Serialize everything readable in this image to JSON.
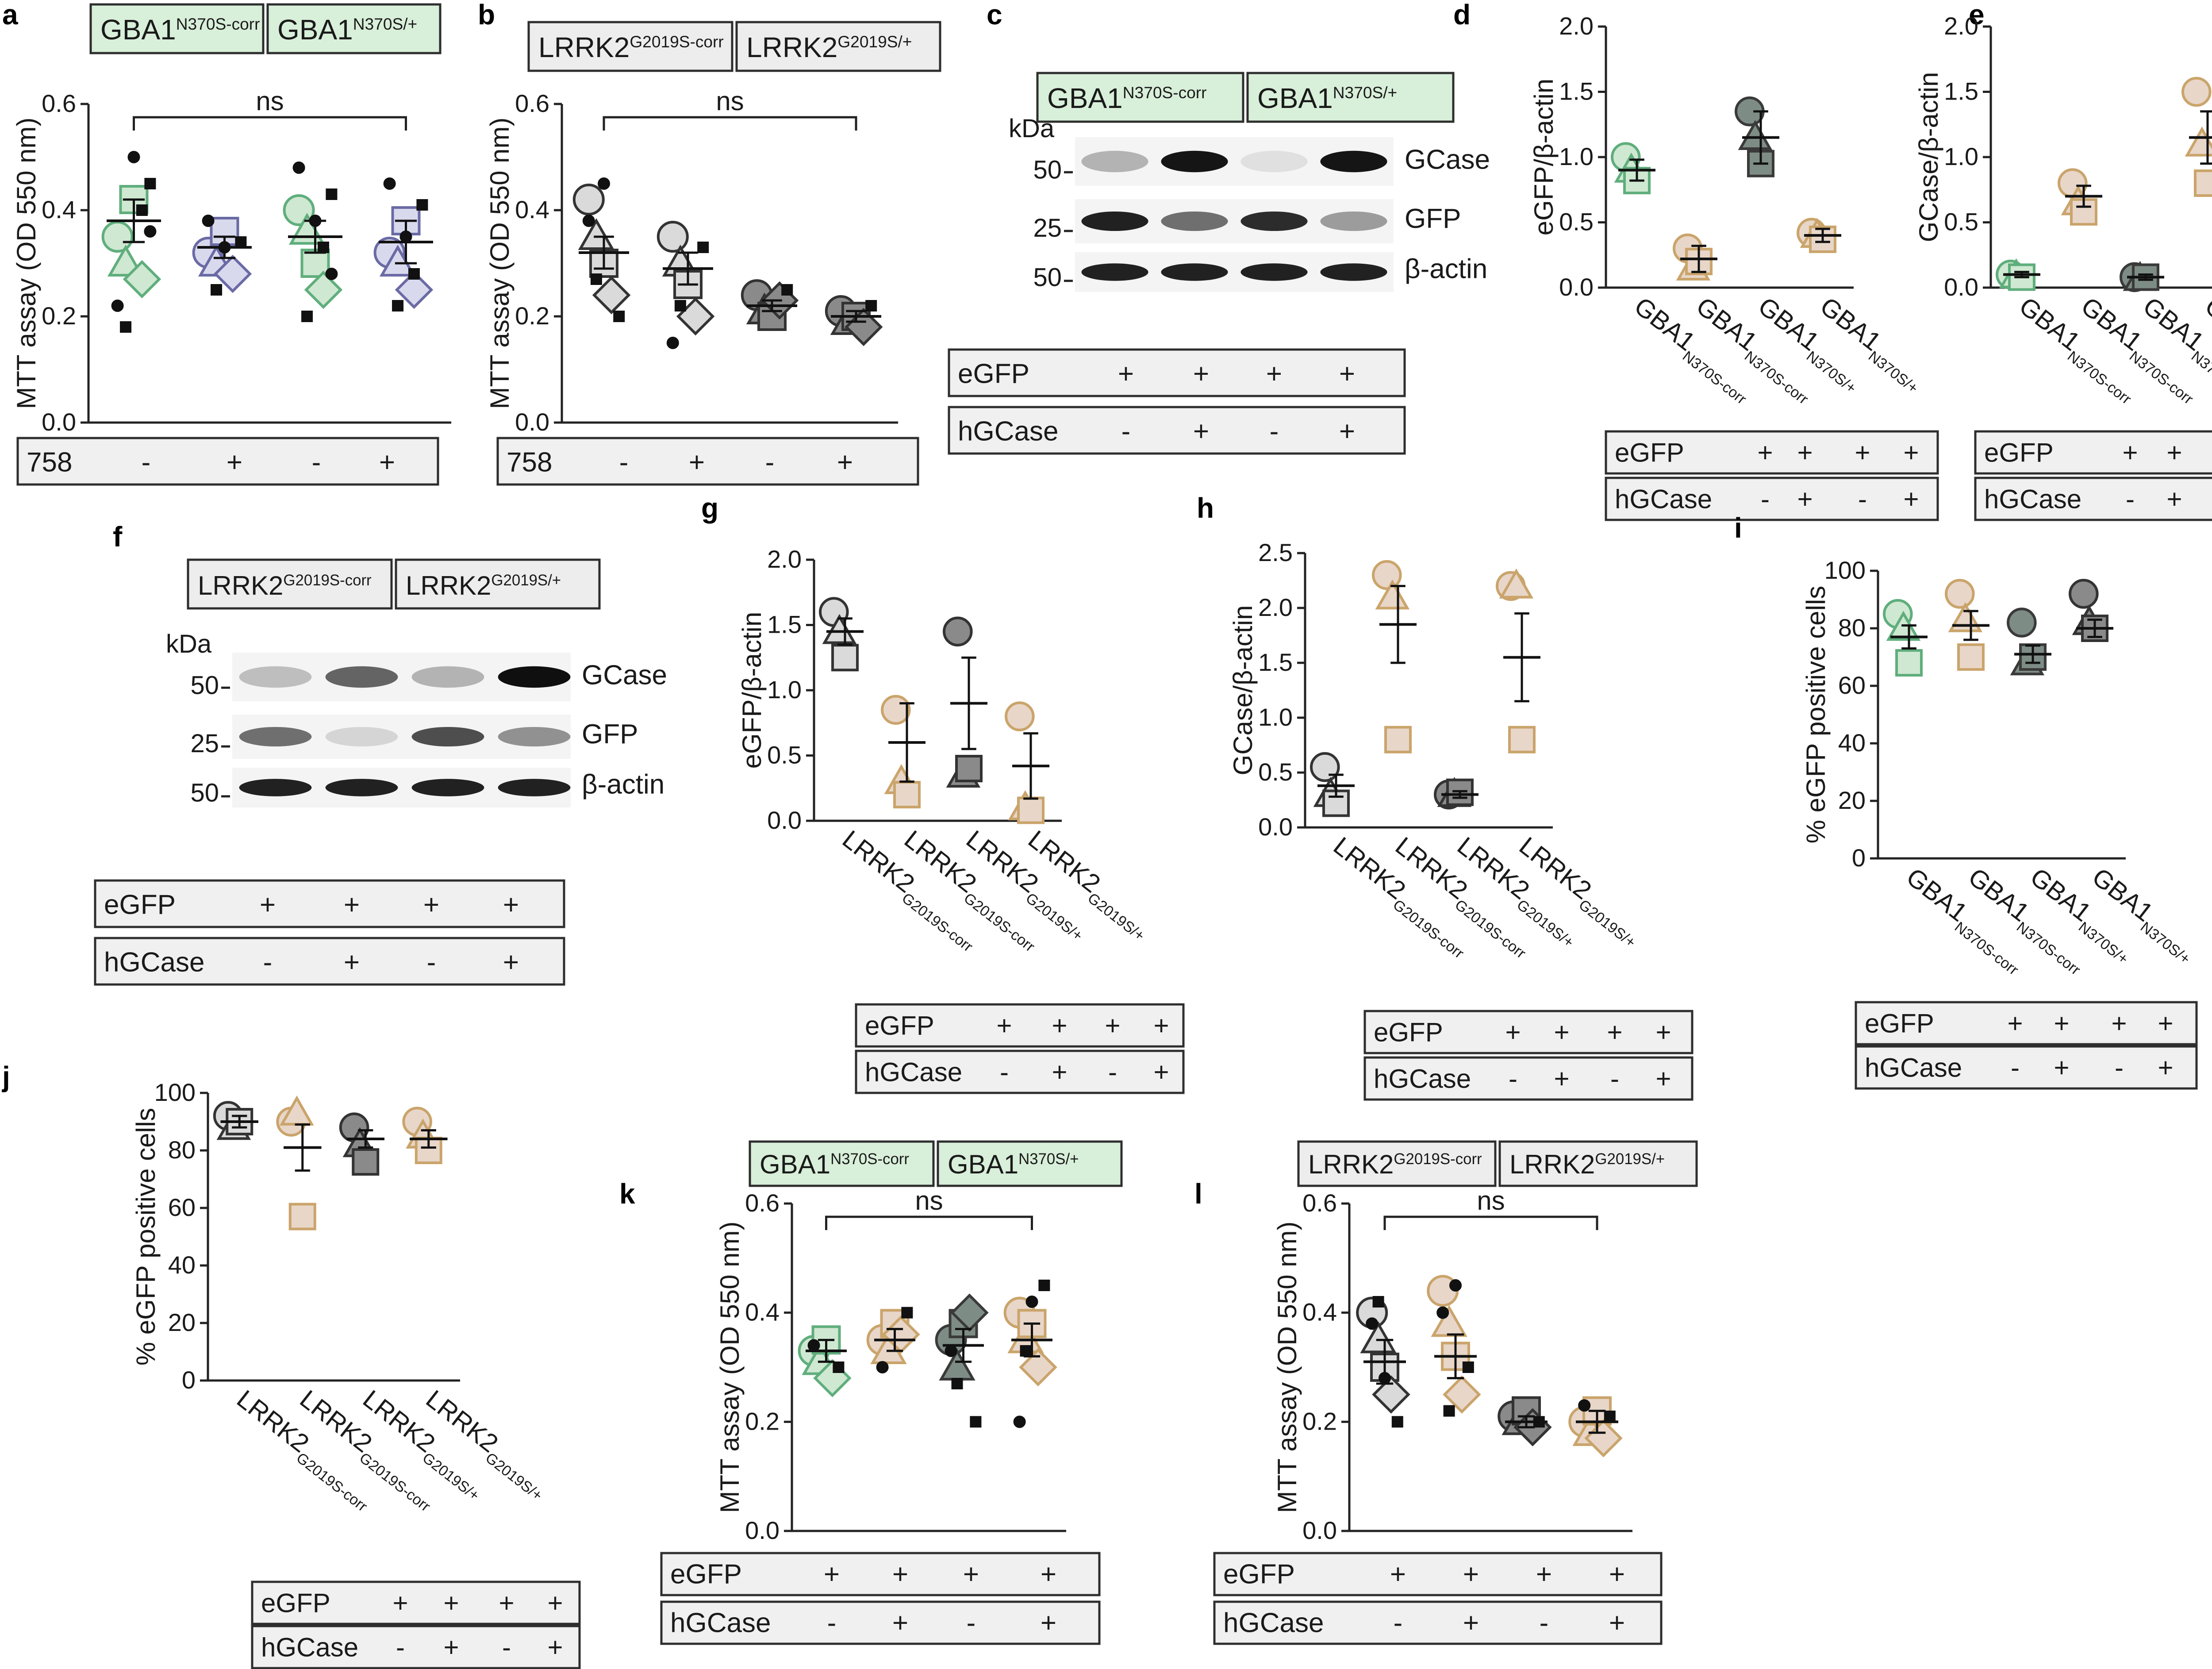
{
  "figure": {
    "panel_letters": [
      "a",
      "b",
      "c",
      "d",
      "e",
      "f",
      "g",
      "h",
      "i",
      "j",
      "k",
      "l"
    ]
  },
  "colors": {
    "corr_fill": "#cfe8d2",
    "corr_stroke": "#5fae7c",
    "mut_fill": "#7e8c86",
    "mut_stroke": "#3a3a3a",
    "lav_fill": "#d9d9ee",
    "lav_stroke": "#6a6aa5",
    "tan_fill": "#e8d6c9",
    "tan_stroke": "#caa46b",
    "lg_fill": "#dadada",
    "dg_fill": "#8a8a8a",
    "egfp_text": "#3cc33c",
    "banner_green": "#d8efd9",
    "banner_grey": "#ededed"
  },
  "banners": {
    "gba": [
      {
        "base": "GBA1",
        "sup": "N370S-corr"
      },
      {
        "base": "GBA1",
        "sup": "N370S/+"
      }
    ],
    "lrrk": [
      {
        "base": "LRRK2",
        "sup": "G2019S-corr"
      },
      {
        "base": "LRRK2",
        "sup": "G2019S/+"
      }
    ]
  },
  "controls": {
    "r758": {
      "label": "758",
      "signs": [
        "-",
        "+",
        "-",
        "+"
      ]
    },
    "egfp": {
      "label": "eGFP",
      "signs": [
        "+",
        "+",
        "+",
        "+"
      ]
    },
    "hgcase": {
      "label": "hGCase",
      "signs": [
        "-",
        "+",
        "-",
        "+"
      ]
    }
  },
  "chart_data": [
    {
      "panel": "a",
      "type": "scatter",
      "ylabel": "MTT assay (OD 550 nm)",
      "ylim": [
        0,
        0.6
      ],
      "yticks": [
        "0.0",
        "0.2",
        "0.4",
        "0.6"
      ],
      "significance": "ns",
      "means": [
        0.38,
        0.33,
        0.35,
        0.34
      ],
      "sems": [
        0.04,
        0.02,
        0.03,
        0.04
      ],
      "points": [
        [
          0.35,
          0.3,
          0.42,
          0.27,
          0.45,
          0.22,
          0.18,
          0.5,
          0.4,
          0.36
        ],
        [
          0.32,
          0.3,
          0.36,
          0.28,
          0.34,
          0.38,
          0.25,
          0.33
        ],
        [
          0.4,
          0.36,
          0.3,
          0.25,
          0.43,
          0.48,
          0.2,
          0.38,
          0.33,
          0.28
        ],
        [
          0.32,
          0.3,
          0.38,
          0.25,
          0.41,
          0.45,
          0.22,
          0.35,
          0.28
        ]
      ]
    },
    {
      "panel": "b",
      "type": "scatter",
      "ylabel": "MTT assay (OD 550 nm)",
      "ylim": [
        0,
        0.6
      ],
      "yticks": [
        "0.0",
        "0.2",
        "0.4",
        "0.6"
      ],
      "significance": "ns",
      "means": [
        0.32,
        0.29,
        0.22,
        0.2
      ],
      "sems": [
        0.03,
        0.03,
        0.01,
        0.01
      ],
      "points": [
        [
          0.42,
          0.35,
          0.3,
          0.24,
          0.2,
          0.38,
          0.27,
          0.45
        ],
        [
          0.35,
          0.3,
          0.26,
          0.2,
          0.33,
          0.15,
          0.22
        ],
        [
          0.24,
          0.21,
          0.2,
          0.23,
          0.25
        ],
        [
          0.21,
          0.19,
          0.2,
          0.18,
          0.22
        ]
      ]
    },
    {
      "panel": "d",
      "type": "scatter",
      "ylabel": "eGFP/β-actin",
      "ylim": [
        0,
        2.0
      ],
      "yticks": [
        "0.0",
        "0.5",
        "1.0",
        "1.5",
        "2.0"
      ],
      "means": [
        0.9,
        0.22,
        1.15,
        0.4
      ],
      "sems": [
        0.08,
        0.1,
        0.2,
        0.05
      ],
      "points": [
        [
          1.0,
          0.9,
          0.82
        ],
        [
          0.3,
          0.15,
          0.2
        ],
        [
          1.35,
          1.15,
          0.95
        ],
        [
          0.42,
          0.4,
          0.37
        ]
      ]
    },
    {
      "panel": "e",
      "type": "scatter",
      "ylabel": "GCase/β-actin",
      "ylim": [
        0,
        2.0
      ],
      "yticks": [
        "0.0",
        "0.5",
        "1.0",
        "1.5",
        "2.0"
      ],
      "means": [
        0.1,
        0.7,
        0.08,
        1.15
      ],
      "sems": [
        0.02,
        0.08,
        0.02,
        0.2
      ],
      "points": [
        [
          0.1,
          0.09,
          0.08
        ],
        [
          0.8,
          0.65,
          0.58
        ],
        [
          0.08,
          0.07,
          0.08
        ],
        [
          1.5,
          1.1,
          0.8
        ]
      ]
    },
    {
      "panel": "g",
      "type": "scatter",
      "ylabel": "eGFP/β-actin",
      "ylim": [
        0,
        2.0
      ],
      "yticks": [
        "0.0",
        "0.5",
        "1.0",
        "1.5",
        "2.0"
      ],
      "means": [
        1.45,
        0.6,
        0.9,
        0.42
      ],
      "sems": [
        0.1,
        0.3,
        0.35,
        0.25
      ],
      "points": [
        [
          1.6,
          1.45,
          1.25
        ],
        [
          0.85,
          0.3,
          0.2
        ],
        [
          1.45,
          0.35,
          0.4
        ],
        [
          0.8,
          0.1,
          0.08
        ]
      ]
    },
    {
      "panel": "h",
      "type": "scatter",
      "ylabel": "GCase/β-actin",
      "ylim": [
        0,
        2.5
      ],
      "yticks": [
        "0.0",
        "0.5",
        "1.0",
        "1.5",
        "2.0",
        "2.5"
      ],
      "means": [
        0.38,
        1.85,
        0.3,
        1.55
      ],
      "sems": [
        0.1,
        0.35,
        0.03,
        0.4
      ],
      "points": [
        [
          0.55,
          0.3,
          0.22
        ],
        [
          2.3,
          2.1,
          0.8
        ],
        [
          0.3,
          0.3,
          0.32
        ],
        [
          2.2,
          2.2,
          0.8
        ]
      ]
    },
    {
      "panel": "i",
      "type": "scatter",
      "ylabel": "% eGFP positive cells",
      "ylim": [
        0,
        100
      ],
      "yticks": [
        "0",
        "20",
        "40",
        "60",
        "80",
        "100"
      ],
      "means": [
        77,
        81,
        71,
        80
      ],
      "sems": [
        4,
        5,
        3,
        3
      ],
      "points": [
        [
          85,
          80,
          68
        ],
        [
          92,
          83,
          70
        ],
        [
          82,
          68,
          70
        ],
        [
          92,
          82,
          80
        ]
      ]
    },
    {
      "panel": "j",
      "type": "scatter",
      "ylabel": "% eGFP positive cells",
      "ylim": [
        0,
        100
      ],
      "yticks": [
        "0",
        "20",
        "40",
        "60",
        "80",
        "100"
      ],
      "means": [
        90,
        81,
        84,
        84
      ],
      "sems": [
        2,
        8,
        3,
        3
      ],
      "points": [
        [
          92,
          88,
          90
        ],
        [
          90,
          93,
          57
        ],
        [
          88,
          82,
          76
        ],
        [
          90,
          85,
          80
        ]
      ]
    },
    {
      "panel": "k",
      "type": "scatter",
      "ylabel": "MTT assay (OD 550 nm)",
      "ylim": [
        0,
        0.6
      ],
      "yticks": [
        "0.0",
        "0.2",
        "0.4",
        "0.6"
      ],
      "significance": "ns",
      "means": [
        0.33,
        0.35,
        0.34,
        0.35
      ],
      "sems": [
        0.02,
        0.02,
        0.03,
        0.03
      ],
      "points": [
        [
          0.33,
          0.31,
          0.35,
          0.28,
          0.3,
          0.34
        ],
        [
          0.35,
          0.33,
          0.38,
          0.36,
          0.4,
          0.3
        ],
        [
          0.35,
          0.3,
          0.38,
          0.4,
          0.2,
          0.33,
          0.27
        ],
        [
          0.4,
          0.35,
          0.38,
          0.3,
          0.45,
          0.2,
          0.33,
          0.42
        ]
      ]
    },
    {
      "panel": "l",
      "type": "scatter",
      "ylabel": "MTT assay (OD 550 nm)",
      "ylim": [
        0,
        0.6
      ],
      "yticks": [
        "0.0",
        "0.2",
        "0.4",
        "0.6"
      ],
      "significance": "ns",
      "means": [
        0.31,
        0.32,
        0.2,
        0.2
      ],
      "sems": [
        0.04,
        0.04,
        0.01,
        0.02
      ],
      "points": [
        [
          0.4,
          0.35,
          0.3,
          0.25,
          0.2,
          0.38,
          0.42,
          0.28
        ],
        [
          0.44,
          0.38,
          0.32,
          0.25,
          0.3,
          0.4,
          0.22,
          0.45
        ],
        [
          0.21,
          0.2,
          0.22,
          0.19,
          0.2
        ],
        [
          0.2,
          0.18,
          0.22,
          0.17,
          0.21,
          0.23
        ]
      ]
    }
  ],
  "blots": {
    "c": {
      "kda_label": "kDa",
      "markers": [
        "50",
        "25",
        "50"
      ],
      "rows": [
        "GCase",
        "GFP",
        "β-actin"
      ],
      "intensity": [
        [
          0.25,
          0.95,
          0.05,
          0.95
        ],
        [
          0.9,
          0.55,
          0.85,
          0.35
        ],
        [
          0.9,
          0.9,
          0.9,
          0.9
        ]
      ]
    },
    "f": {
      "kda_label": "kDa",
      "markers": [
        "50",
        "25",
        "50"
      ],
      "rows": [
        "GCase",
        "GFP",
        "β-actin"
      ],
      "intensity": [
        [
          0.2,
          0.6,
          0.25,
          0.98
        ],
        [
          0.55,
          0.1,
          0.7,
          0.4
        ],
        [
          0.9,
          0.9,
          0.9,
          0.9
        ]
      ]
    }
  }
}
